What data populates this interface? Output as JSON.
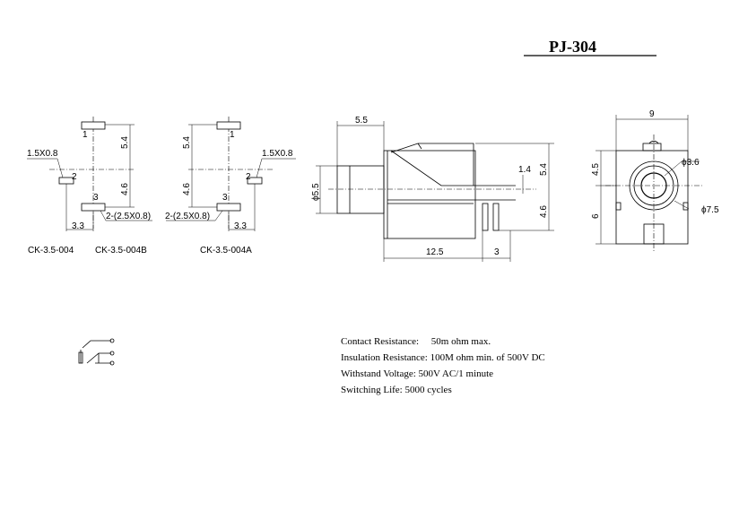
{
  "title": "PJ-304",
  "footprints": [
    {
      "name": "CK-3.5-004",
      "pad_label": "1.5X0.8",
      "dim_top": "5.4",
      "dim_bottom": "4.6",
      "dim_horizontal": "3.3",
      "slot_label": "2-(2.5X0.8)",
      "pin_numbers": [
        "1",
        "2",
        "3"
      ]
    },
    {
      "name": "CK-3.5-004B"
    },
    {
      "name": "CK-3.5-004A",
      "pad_label": "1.5X0.8",
      "dim_top": "5.4",
      "dim_bottom": "4.6",
      "dim_horizontal": "3.3",
      "slot_label": "2-(2.5X0.8)",
      "pin_numbers": [
        "1",
        "2",
        "3"
      ]
    }
  ],
  "side_view": {
    "dim_top": "5.5",
    "dim_dia": "ϕ5.5",
    "dim_small": "1.4",
    "dim_right_top": "5.4",
    "dim_right_bottom": "4.6",
    "dim_length": "12.5",
    "dim_pin": "3"
  },
  "front_view": {
    "dim_width": "9",
    "dim_upper": "4.5",
    "dim_lower": "6",
    "dim_inner": "ϕ3.6",
    "dim_outer": "ϕ7.5"
  },
  "specs": [
    "Contact Resistance:     50m ohm max.",
    "Insulation Resistance: 100M ohm min. of 500V DC",
    "Withstand Voltage: 500V AC/1 minute",
    "Switching Life: 5000 cycles"
  ]
}
